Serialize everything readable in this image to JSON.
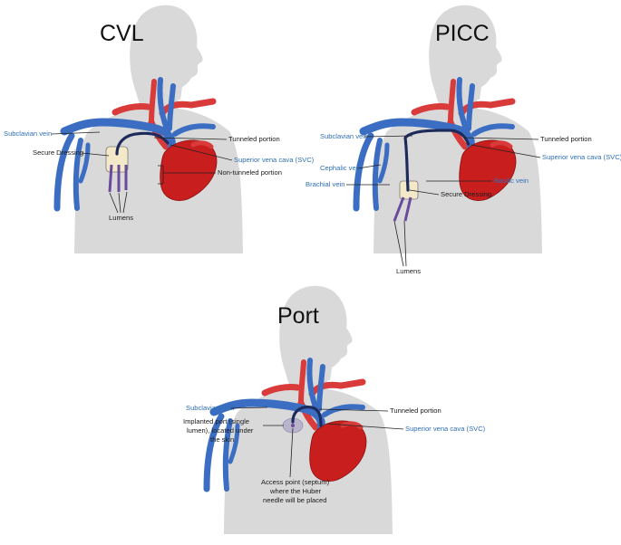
{
  "panels": {
    "cvl": {
      "title": "CVL",
      "labels": {
        "subclavian": "Subclavian vein",
        "secure_dressing": "Secure Dressing",
        "tunneled": "Tunneled portion",
        "svc": "Superior vena cava (SVC)",
        "non_tunneled": "Non-tunneled portion",
        "lumens": "Lumens"
      }
    },
    "picc": {
      "title": "PICC",
      "labels": {
        "subclavian": "Subclavian vein",
        "tunneled": "Tunneled portion",
        "svc": "Superior vena cava (SVC)",
        "cephalic": "Cephalic vein",
        "basilic": "Basilic vein",
        "brachial": "Brachial vein",
        "secure_dressing": "Secure Dressing",
        "lumens": "Lumens"
      }
    },
    "port": {
      "title": "Port",
      "labels": {
        "subclavian": "Subclavian vein",
        "tunneled": "Tunneled portion",
        "svc": "Superior vena cava (SVC)",
        "implanted_1": "Implanted port (single",
        "implanted_2": "lumen), located under",
        "implanted_3": "the skin",
        "access_1": "Access point (septum)",
        "access_2": "where the Huber",
        "access_3": "needle will be placed"
      }
    }
  },
  "colors": {
    "vein": "#3b6ec2",
    "artery": "#d93a3a",
    "heart": "#c81e1e",
    "body": "#d9d9d9",
    "label_blue": "#2f6fb5",
    "catheter": "#1d2b5c"
  }
}
